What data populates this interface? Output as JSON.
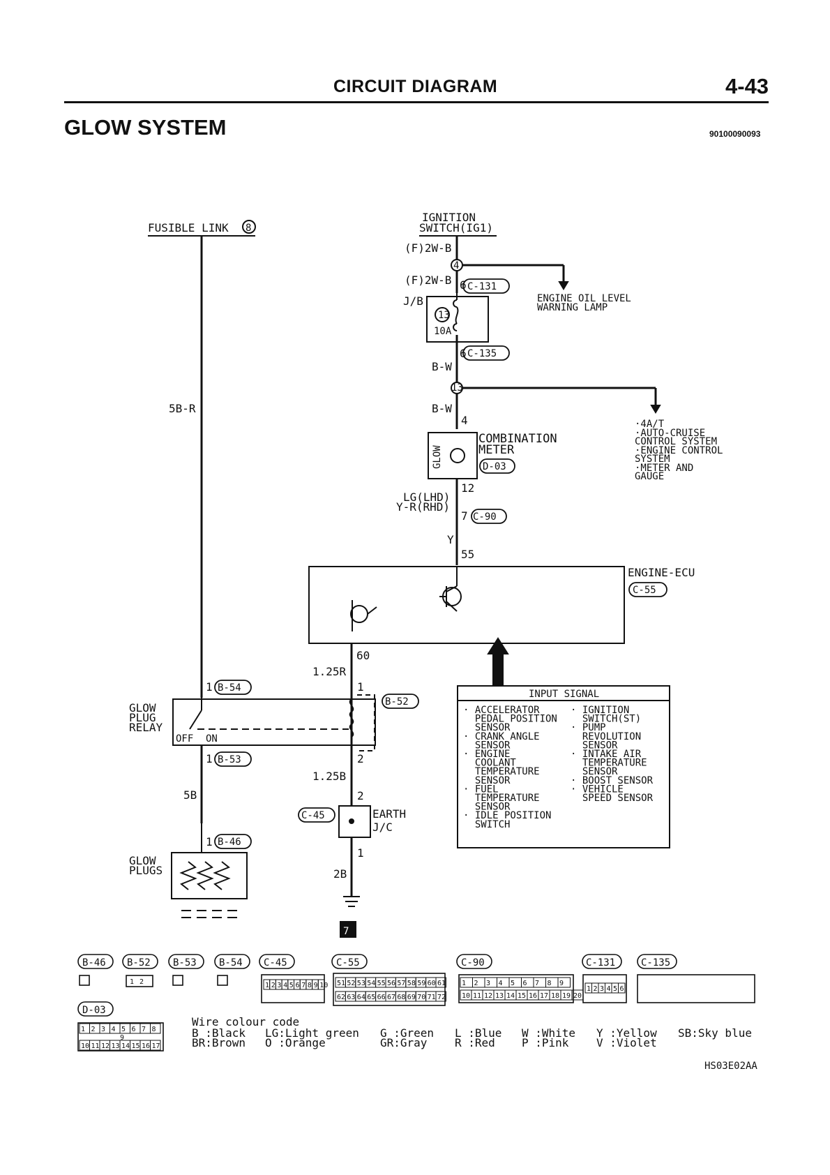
{
  "header": {
    "title": "CIRCUIT DIAGRAM",
    "page": "4-43",
    "section": "GLOW SYSTEM",
    "doc_code": "90100090093"
  },
  "labels": {
    "fusible_link": "FUSIBLE LINK",
    "fusible_link_no": "8",
    "ignition_1": "IGNITION",
    "ignition_2": "SWITCH(IG1)",
    "f2wb_1": "(F)2W-B",
    "f2wb_2": "(F)2W-B",
    "jb": "J/B",
    "fuse_no": "13",
    "fuse_amp": "10A",
    "pin6a": "6",
    "pin6b": "6",
    "bw_1": "B-W",
    "bw_2": "B-W",
    "junction_4": "4",
    "junction_13": "13",
    "eol_1": "ENGINE OIL LEVEL",
    "eol_2": "WARNING LAMP",
    "wire_5br": "5B-R",
    "pin4": "4",
    "comb_1": "COMBINATION",
    "comb_2": "METER",
    "glow_lamp": "GLOW",
    "lg_lhd": "LG(LHD)",
    "yr_rhd": "Y-R(RHD)",
    "pin12": "12",
    "pin7": "7",
    "wire_y": "Y",
    "pin55": "55",
    "ecu_1": "ENGINE-ECU",
    "pin60": "60",
    "wire_125r": "1.25R",
    "pin1_relay": "1",
    "pin1_b54": "1",
    "relay_1": "GLOW",
    "relay_2": "PLUG",
    "relay_3": "RELAY",
    "off": "OFF",
    "on": "ON",
    "pin1_b53": "1",
    "pin2_relay": "2",
    "wire_125b": "1.25B",
    "wire_5b": "5B",
    "pin2_ejc": "2",
    "earth_1": "EARTH",
    "earth_2": "J/C",
    "pin1_b46": "1",
    "pin1_ejc": "1",
    "plugs_1": "GLOW",
    "plugs_2": "PLUGS",
    "wire_2b": "2B",
    "ground_no": "7",
    "drawing_code": "HS03E02AA"
  },
  "connectors": {
    "c131": "C-131",
    "c135": "C-135",
    "d03": "D-03",
    "c90": "C-90",
    "c55": "C-55",
    "b54": "B-54",
    "b52": "B-52",
    "b53": "B-53",
    "c45": "C-45",
    "b46": "B-46"
  },
  "destinations": [
    "·4A/T",
    "·AUTO-CRUISE",
    " CONTROL SYSTEM",
    "·ENGINE CONTROL",
    " SYSTEM",
    "·METER AND",
    " GAUGE"
  ],
  "input_signal": {
    "title": "INPUT SIGNAL",
    "left": [
      "· ACCELERATOR",
      "  PEDAL POSITION",
      "  SENSOR",
      "· CRANK ANGLE",
      "  SENSOR",
      "· ENGINE",
      "  COOLANT",
      "  TEMPERATURE",
      "  SENSOR",
      "· FUEL",
      "  TEMPERATURE",
      "  SENSOR",
      "· IDLE POSITION",
      "  SWITCH"
    ],
    "right": [
      "· IGNITION",
      "  SWITCH(ST)",
      "· PUMP",
      "  REVOLUTION",
      "  SENSOR",
      "· INTAKE AIR",
      "  TEMPERATURE",
      "  SENSOR",
      "· BOOST SENSOR",
      "· VEHICLE",
      "  SPEED SENSOR"
    ]
  },
  "connector_legend": {
    "labels": [
      "B-46",
      "B-52",
      "B-53",
      "B-54",
      "C-45",
      "C-55",
      "C-90",
      "C-131",
      "C-135",
      "D-03"
    ],
    "c45_pins": [
      "1",
      "2",
      "3",
      "4",
      "5",
      "6",
      "7",
      "8",
      "9",
      "10"
    ],
    "c55_pins_top": [
      "51",
      "52",
      "53",
      "54",
      "55",
      "56",
      "57",
      "58",
      "59",
      "60",
      "61"
    ],
    "c55_pins_bottom": [
      "62",
      "63",
      "64",
      "65",
      "66",
      "67",
      "68",
      "69",
      "70",
      "71",
      "72"
    ],
    "c90_pins_top": [
      "1",
      "2",
      "3",
      "4",
      "5",
      "6",
      "7",
      "8",
      "9"
    ],
    "c90_pins_bottom": [
      "10",
      "11",
      "12",
      "13",
      "14",
      "15",
      "16",
      "17",
      "18",
      "19",
      "20"
    ],
    "c131_pins": [
      "1",
      "2",
      "3",
      "4",
      "5",
      "6"
    ],
    "d03_pins_top": [
      "1",
      "2",
      "3",
      "4",
      "5",
      "6",
      "7",
      "8"
    ],
    "d03_pin_mid": "9",
    "d03_pins_bottom": [
      "10",
      "11",
      "12",
      "13",
      "14",
      "15",
      "16",
      "17"
    ],
    "b52_pins": [
      "1",
      "2"
    ]
  },
  "wire_colour": {
    "title": "Wire colour code",
    "codes": [
      "B :Black",
      "BR:Brown",
      "LG:Light green",
      "O :Orange",
      "G :Green",
      "GR:Gray",
      "L :Blue",
      "R :Red",
      "W :White",
      "P :Pink",
      "Y :Yellow",
      "V :Violet",
      "SB:Sky blue"
    ]
  }
}
